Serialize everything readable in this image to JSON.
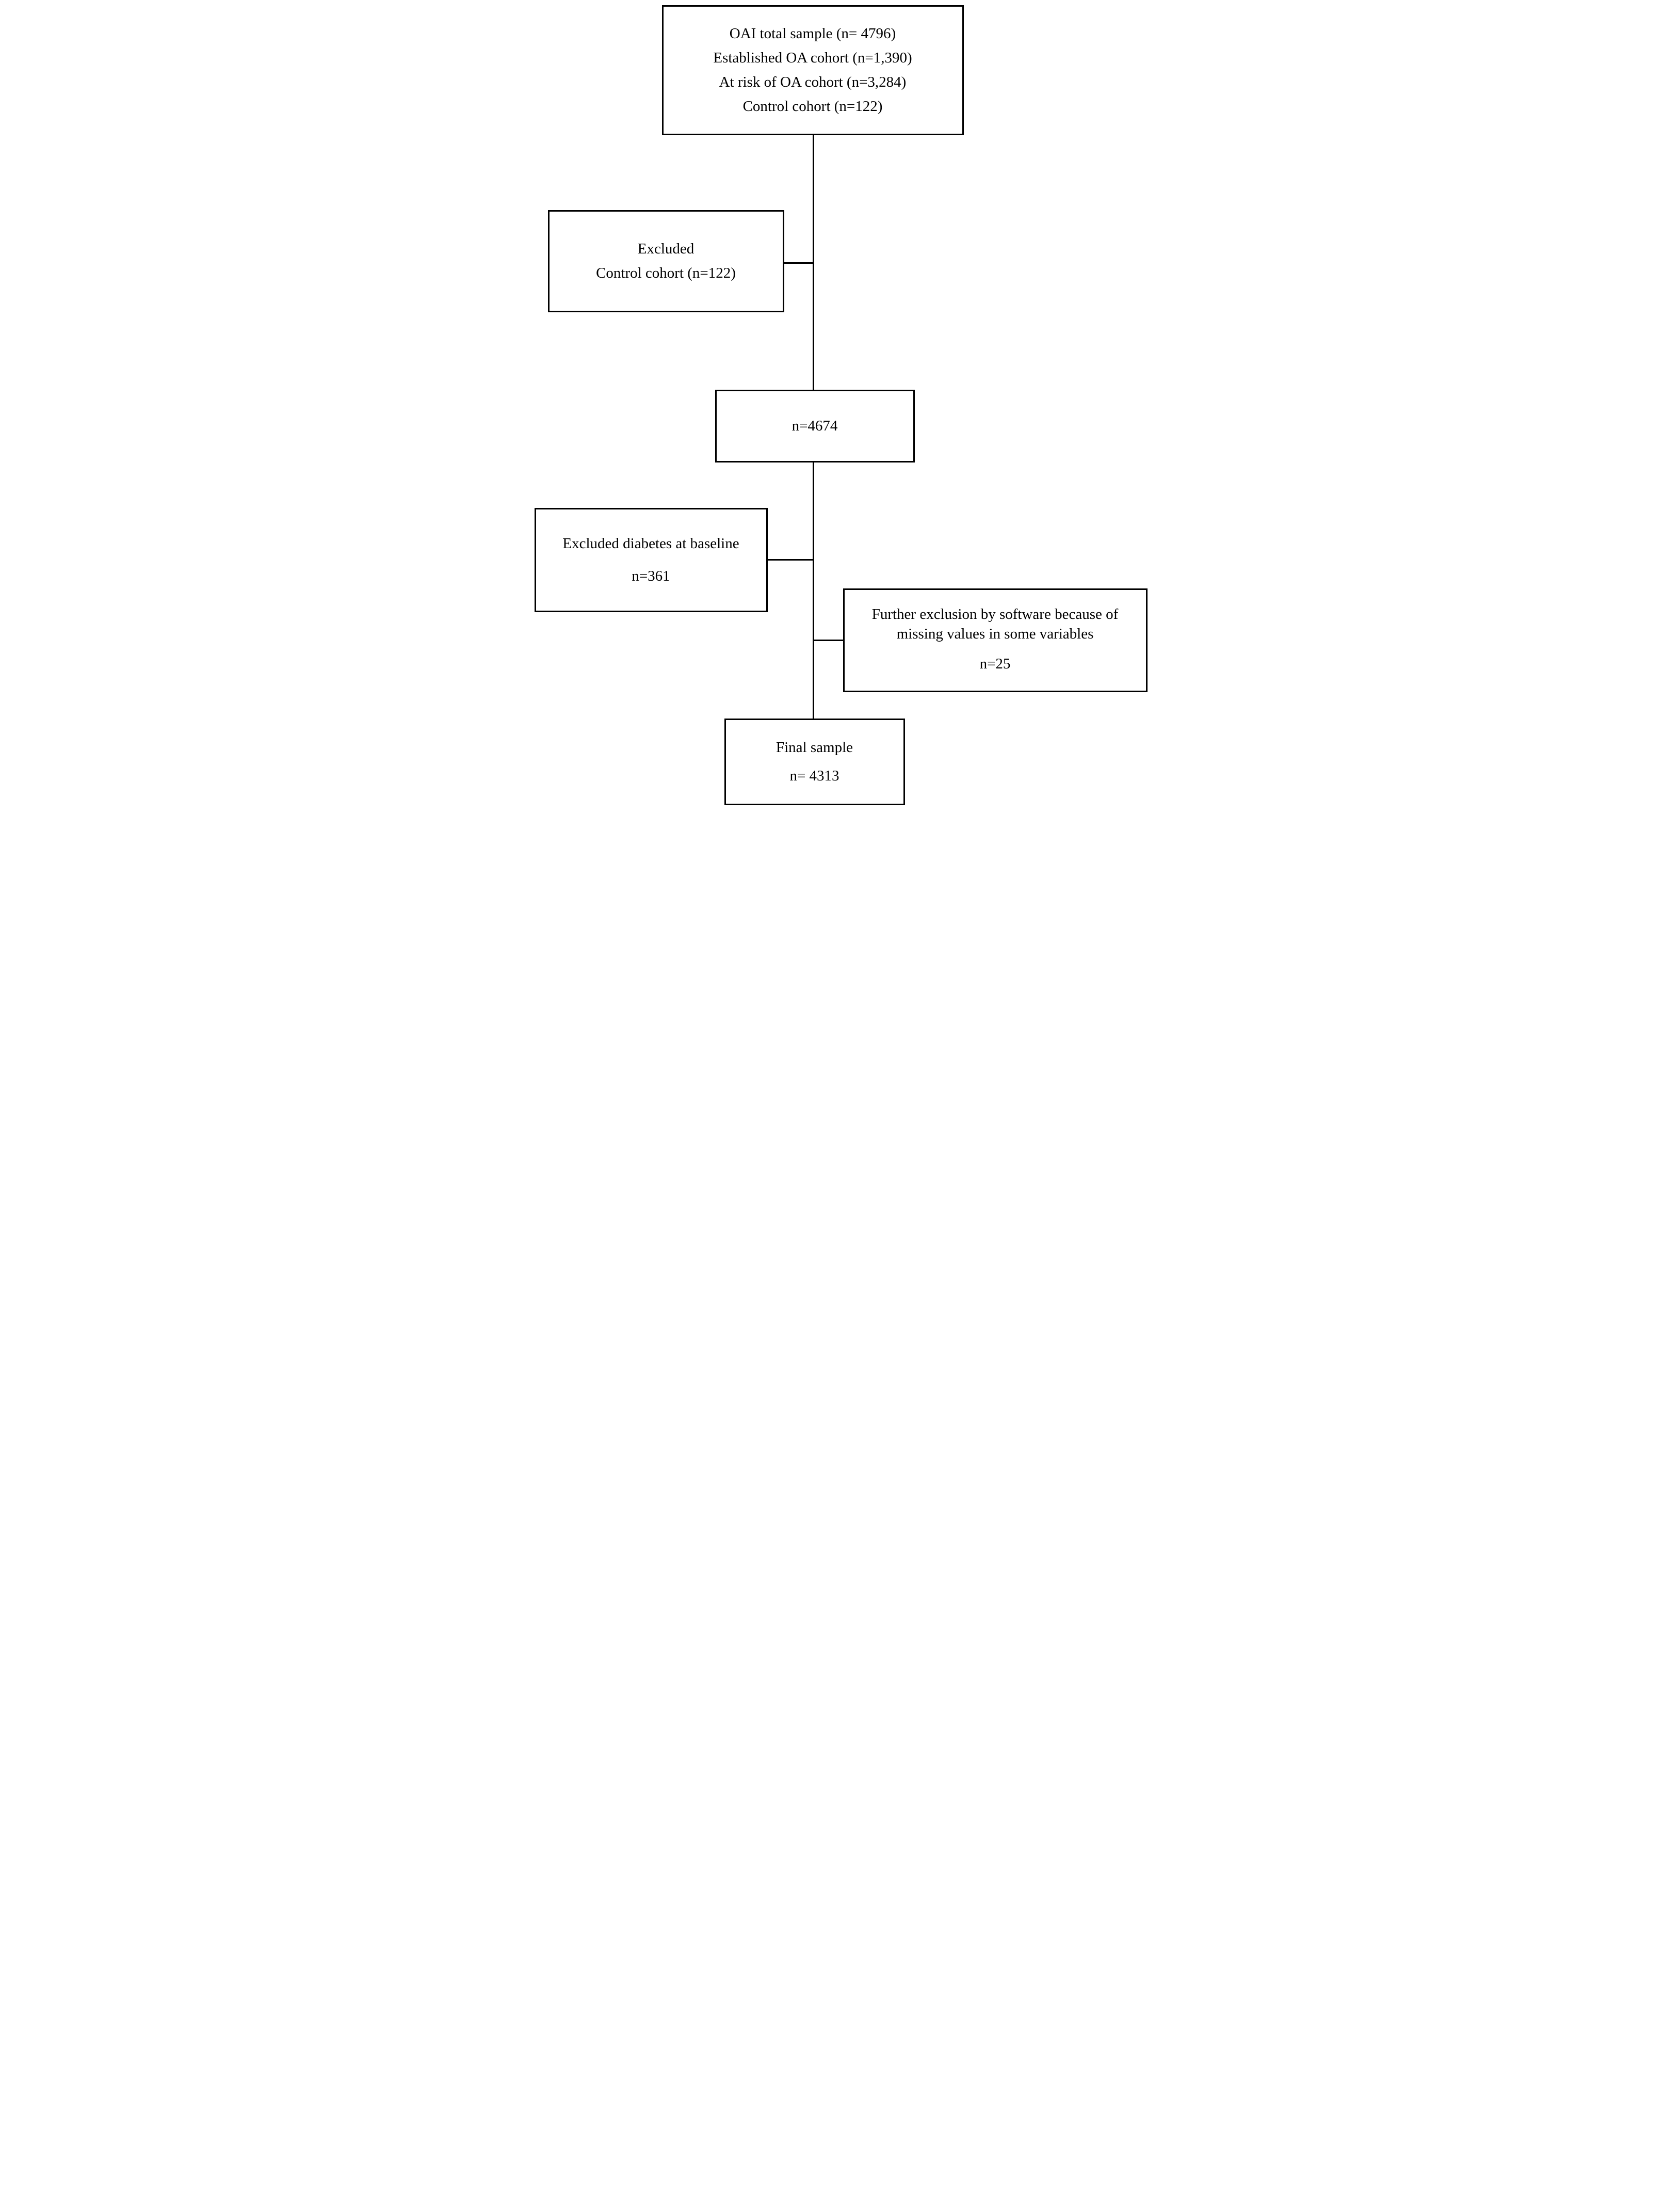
{
  "boxes": {
    "total": {
      "line1": "OAI total sample (n= 4796)",
      "line2": "Established OA cohort (n=1,390)",
      "line3": "At risk of OA cohort (n=3,284)",
      "line4": "Control cohort (n=122)"
    },
    "excluded_control": {
      "line1": "Excluded",
      "line2": "Control cohort (n=122)"
    },
    "after_control_exclusion": {
      "line1": "n=4674"
    },
    "excluded_diabetes": {
      "line1": "Excluded diabetes at baseline",
      "line2": "n=361"
    },
    "excluded_missing": {
      "line1": "Further exclusion by software because of missing values in some variables",
      "line2": "n=25"
    },
    "final": {
      "line1": "Final sample",
      "line2": "n= 4313"
    }
  },
  "connections": [
    {
      "from": "total",
      "to": "excluded_control"
    },
    {
      "from": "total",
      "to": "after_control_exclusion"
    },
    {
      "from": "after_control_exclusion",
      "to": "excluded_diabetes"
    },
    {
      "from": "after_control_exclusion",
      "to": "excluded_missing"
    },
    {
      "from": "after_control_exclusion",
      "to": "final"
    }
  ],
  "colors": {
    "line": "#000000",
    "background": "#ffffff",
    "text": "#000000"
  }
}
